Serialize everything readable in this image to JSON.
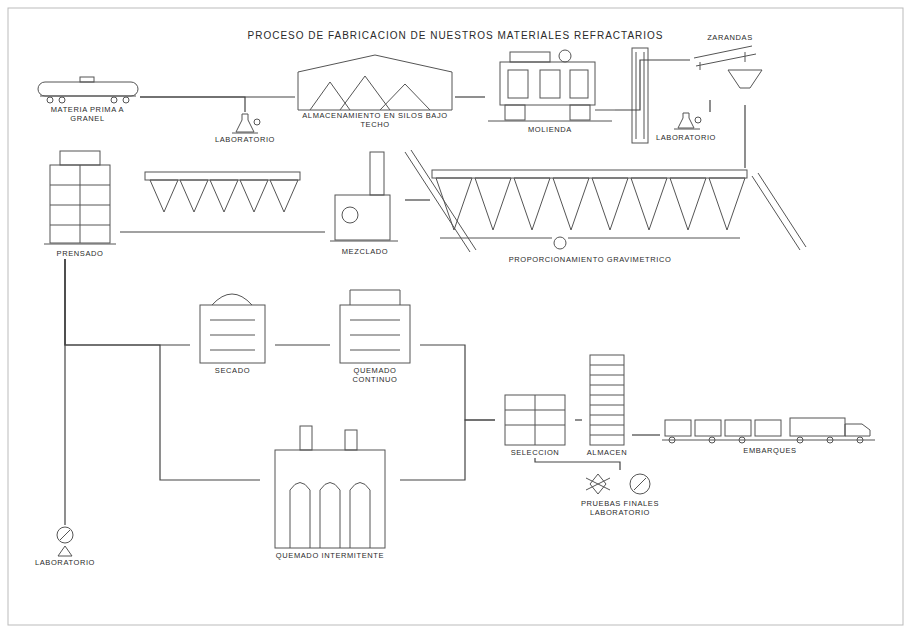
{
  "diagram": {
    "title": "PROCESO DE FABRICACION DE NUESTROS MATERIALES REFRACTARIOS",
    "nodes": [
      {
        "text": [
          "MATERIA PRIMA A GRANEL"
        ]
      },
      {
        "text": [
          "LABORATORIO"
        ]
      },
      {
        "text": [
          "ALMACENAMIENTO EN SILOS BAJO TECHO"
        ]
      },
      {
        "text": [
          "MOLIENDA"
        ]
      },
      {
        "text": [
          "ZARANDAS"
        ]
      },
      {
        "text": [
          "LABORATORIO"
        ]
      },
      {
        "text": [
          "PRENSADO"
        ]
      },
      {
        "text": [
          "MEZCLADO"
        ]
      },
      {
        "text": [
          "PROPORCIONAMIENTO GRAVIMETRICO"
        ]
      },
      {
        "text": [
          "SECADO"
        ]
      },
      {
        "text": [
          "QUEMADO CONTINUO"
        ]
      },
      {
        "text": [
          "SELECCION"
        ]
      },
      {
        "text": [
          "ALMACEN"
        ]
      },
      {
        "text": [
          "EMBARQUES"
        ]
      },
      {
        "text": [
          "LABORATORIO"
        ]
      },
      {
        "text": [
          "QUEMADO INTERMITENTE"
        ]
      },
      {
        "text": [
          "PRUEBAS FINALES LABORATORIO"
        ]
      }
    ],
    "edges": [
      {
        "from": 0,
        "to": 1,
        "arrow": "none"
      },
      {
        "from": 0,
        "to": 2,
        "arrow": "none"
      },
      {
        "from": 2,
        "to": 3,
        "arrow": "none"
      },
      {
        "from": 3,
        "to": 4,
        "arrow": "none"
      },
      {
        "from": 4,
        "to": 5,
        "arrow": "none"
      },
      {
        "from": 4,
        "to": 8,
        "arrow": "none"
      },
      {
        "from": 8,
        "to": 7,
        "arrow": "none"
      },
      {
        "from": 7,
        "to": 6,
        "arrow": "none"
      },
      {
        "from": 6,
        "to": 14,
        "arrow": "none"
      },
      {
        "from": 6,
        "to": 9,
        "arrow": "none"
      },
      {
        "from": 6,
        "to": 15,
        "arrow": "none"
      },
      {
        "from": 9,
        "to": 10,
        "arrow": "none"
      },
      {
        "from": 10,
        "to": 11,
        "arrow": "none"
      },
      {
        "from": 15,
        "to": 11,
        "arrow": "none"
      },
      {
        "from": 11,
        "to": 12,
        "arrow": "none"
      },
      {
        "from": 12,
        "to": 13,
        "arrow": "none"
      },
      {
        "from": 11,
        "to": 16,
        "arrow": "none"
      }
    ]
  }
}
